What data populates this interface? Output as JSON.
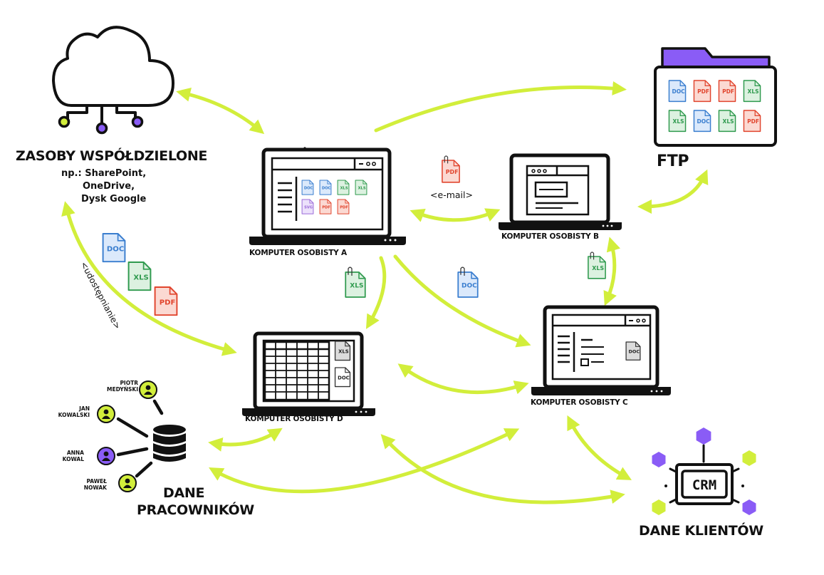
{
  "nodes": {
    "shared": {
      "title": "ZASOBY WSPÓŁDZIELONE",
      "sub1": "np.: SharePoint,",
      "sub2": "OneDrive,",
      "sub3": "Dysk Google"
    },
    "ftp": {
      "title": "FTP"
    },
    "pc_a": {
      "label": "KOMPUTER OSOBISTY A"
    },
    "pc_b": {
      "label": "KOMPUTER OSOBISTY B"
    },
    "pc_c": {
      "label": "KOMPUTER OSOBISTY C"
    },
    "pc_d": {
      "label": "KOMPUTER OSOBISTY D"
    },
    "employees": {
      "title1": "DANE",
      "title2": "PRACOWNIKÓW"
    },
    "clients": {
      "title": "DANE KLIENTÓW",
      "crm": "CRM"
    }
  },
  "people": [
    {
      "line1": "PIOTR",
      "line2": "MEDYŃSKI"
    },
    {
      "line1": "JAN",
      "line2": "KOWALSKI"
    },
    {
      "line1": "ANNA",
      "line2": "KOWAL"
    },
    {
      "line1": "PAWEŁ",
      "line2": "NOWAK"
    }
  ],
  "edge_labels": {
    "email": "<e-mail>",
    "sharing": "<udostępnianie>"
  },
  "file_types": {
    "doc": "DOC",
    "xls": "XLS",
    "pdf": "PDF",
    "svg": "SVG"
  },
  "colors": {
    "arrow": "#d2ee3b",
    "purple": "#8a5cf6",
    "doc": "#3a7ecf",
    "xls": "#2f9a4e",
    "pdf": "#e1452e",
    "svg": "#9b6bd9",
    "grey": "#9a9a9a",
    "ink": "#111111"
  }
}
